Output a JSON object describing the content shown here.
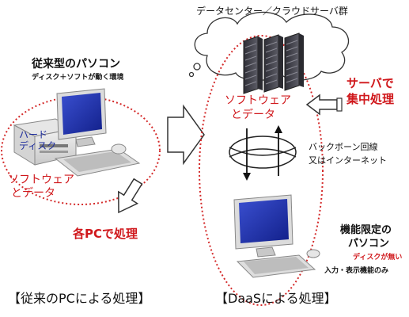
{
  "left": {
    "title": "従来型のパソコン",
    "subtitle": "ディスク＋ソフトが動く環境",
    "hard_disk_line1": "ハード",
    "hard_disk_line2": "ディスク",
    "software_line1": "ソフトウェア",
    "software_line2": "とデータ",
    "processing_note": "各PCで処理",
    "caption": "【従来のPCによる処理】"
  },
  "right": {
    "cloud_label": "データセンター／クラウドサーバ群",
    "software_line1": "ソフトウェア",
    "software_line2": "とデータ",
    "server_note_line1": "サーバで",
    "server_note_line2": "集中処理",
    "network_line1": "バックボーン回線",
    "network_line2": "又はインターネット",
    "terminal_line1": "機能限定の",
    "terminal_line2": "パソコン",
    "no_disk": "ディスクが無い",
    "io_only": "入力・表示機能のみ",
    "caption": "【DaaSによる処理】"
  },
  "colors": {
    "accent_red": "#d0181c",
    "ellipse_red": "#d42a2a",
    "screen_blue": "#1e2fa8",
    "server_gray": "#4a4a52"
  }
}
